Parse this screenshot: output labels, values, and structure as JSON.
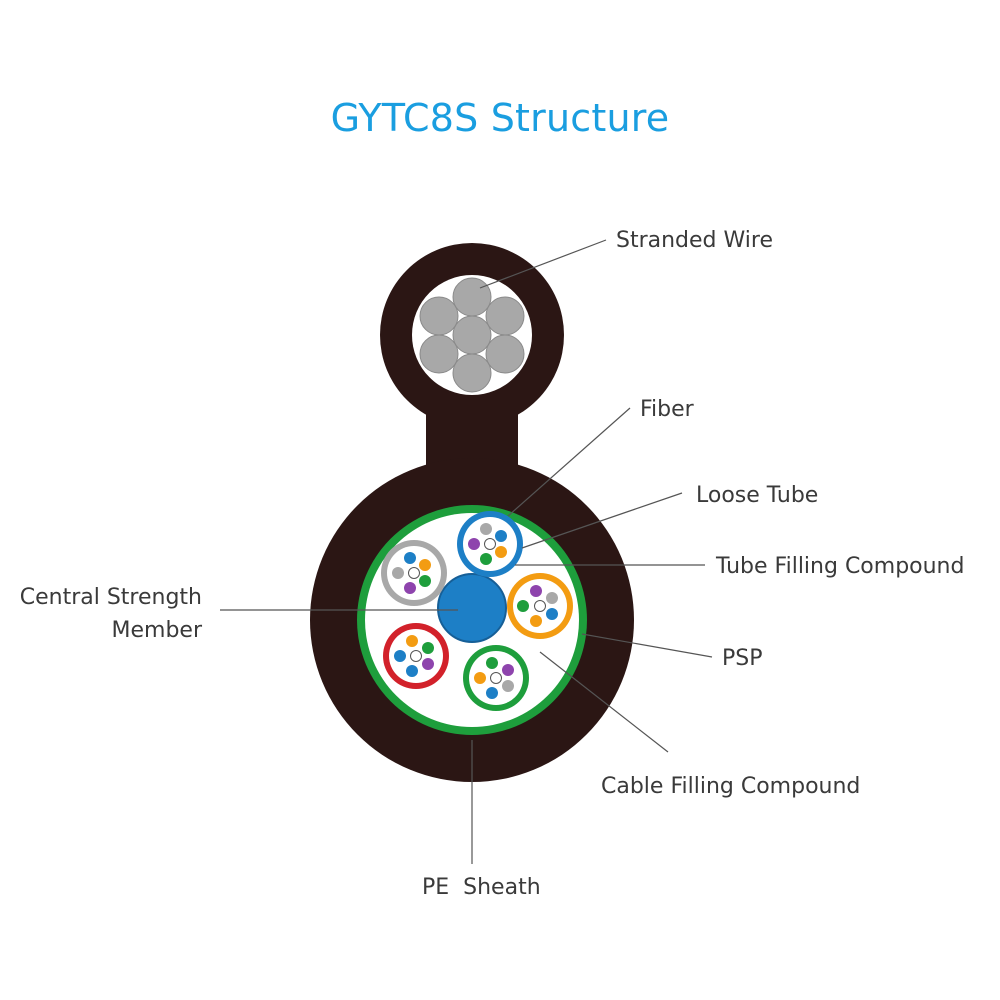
{
  "title": "GYTC8S Structure",
  "labels": {
    "stranded_wire": "Stranded Wire",
    "fiber": "Fiber",
    "loose_tube": "Loose Tube",
    "tube_filling_compound": "Tube Filling Compound",
    "central_strength_member_line1": "Central Strength",
    "central_strength_member_line2": "Member",
    "psp": "PSP",
    "cable_filling_compound": "Cable Filling Compound",
    "pe_sheath": "PE  Sheath"
  },
  "colors": {
    "title": "#1a9ee0",
    "sheath": "#2b1614",
    "wire": "#a8a8a8",
    "psp": "#1e9e3c",
    "central_member": "#1d7fc6",
    "tube_blue": "#1d7fc6",
    "tube_orange": "#f39c12",
    "tube_green": "#1e9e3c",
    "tube_red": "#d2212a",
    "tube_gray": "#a8a8a8"
  }
}
